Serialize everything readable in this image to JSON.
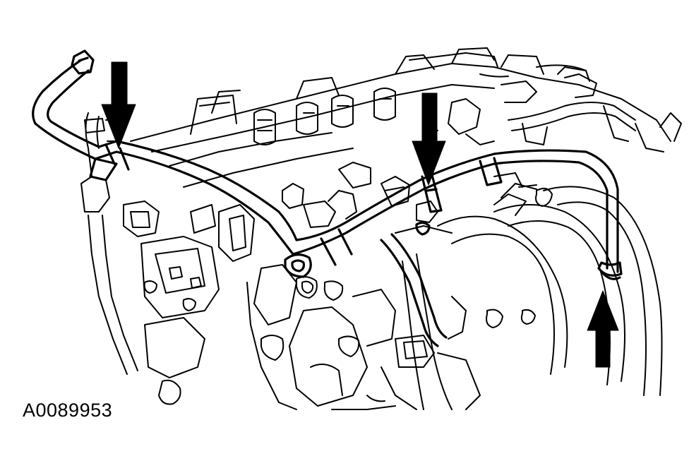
{
  "figure": {
    "id_label": "A0089953"
  },
  "colors": {
    "ink": "#000000",
    "paper": "#ffffff"
  },
  "callouts": [
    {
      "name": "arrow-left-down",
      "direction": "down"
    },
    {
      "name": "arrow-center-down",
      "direction": "down"
    },
    {
      "name": "arrow-right-up",
      "direction": "up"
    }
  ]
}
